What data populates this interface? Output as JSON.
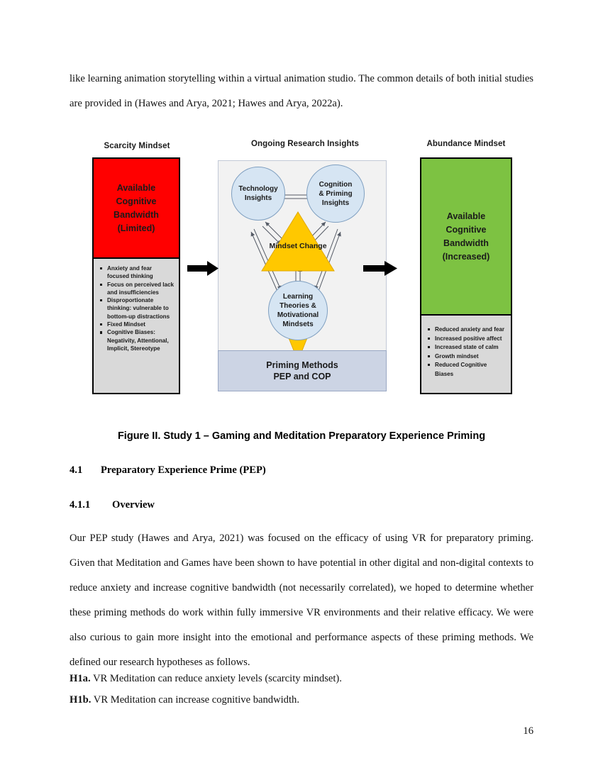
{
  "page": {
    "number": "16"
  },
  "intro_paragraph": "like learning animation storytelling within a virtual animation studio. The common details of both initial studies are provided in (Hawes and Arya, 2021; Hawes and Arya, 2022a).",
  "figure": {
    "caption": "Figure II. Study 1 – Gaming and Meditation Preparatory Experience Priming",
    "left_column": {
      "title": "Scarcity Mindset",
      "band_label": "Available\nCognitive\nBandwidth\n(Limited)",
      "band_color": "#FF0000",
      "bullets": [
        "Anxiety and fear focused thinking",
        "Focus on perceived lack and insufficiencies",
        "Disproportionate thinking: vulnerable to bottom-up distractions",
        "Fixed Mindset",
        "Cognitive Biases: Negativity, Attentional, Implicit, Stereotype"
      ]
    },
    "right_column": {
      "title": "Abundance Mindset",
      "band_label": "Available\nCognitive\nBandwidth\n(Increased)",
      "band_color": "#7DC242",
      "bullets": [
        "Reduced anxiety and fear",
        "Increased positive affect",
        "Increased state of calm",
        "Growth mindset",
        "Reduced Cognitive Biases"
      ]
    },
    "center": {
      "title": "Ongoing Research Insights",
      "bubbles": [
        {
          "id": "technology",
          "label": "Technology\nInsights"
        },
        {
          "id": "cognition",
          "label": "Cognition\n& Priming\nInsights"
        },
        {
          "id": "learning",
          "label": "Learning\nTheories &\nMotivational\nMindsets"
        }
      ],
      "triangle_label": "Mindset\nChange",
      "triangle_color": "#FFC800",
      "priming_band": "Priming Methods\nPEP and COP",
      "bubble_color": "#D6E5F3",
      "panel_color": "#F2F2F2",
      "band_color": "#CCD4E4"
    }
  },
  "sections": [
    {
      "number": "4.1",
      "title": "Preparatory Experience Prime (PEP)"
    },
    {
      "number": "4.1.1",
      "title": "Overview"
    }
  ],
  "body_paragraph": "Our PEP study (Hawes and Arya, 2021) was focused on the efficacy of using VR for preparatory priming. Given that Meditation and Games have been shown to have potential in other digital and non-digital contexts to reduce anxiety and increase cognitive bandwidth (not necessarily correlated), we hoped to determine whether these priming methods do work within fully immersive VR environments and their relative efficacy. We were also curious to gain more insight into the emotional and performance aspects of these priming methods. We defined our research hypotheses as follows.",
  "hypotheses": [
    {
      "label": "H1a.",
      "text": " VR Meditation can reduce anxiety levels (scarcity mindset)."
    },
    {
      "label": "H1b.",
      "text": " VR Meditation can increase cognitive bandwidth."
    }
  ]
}
